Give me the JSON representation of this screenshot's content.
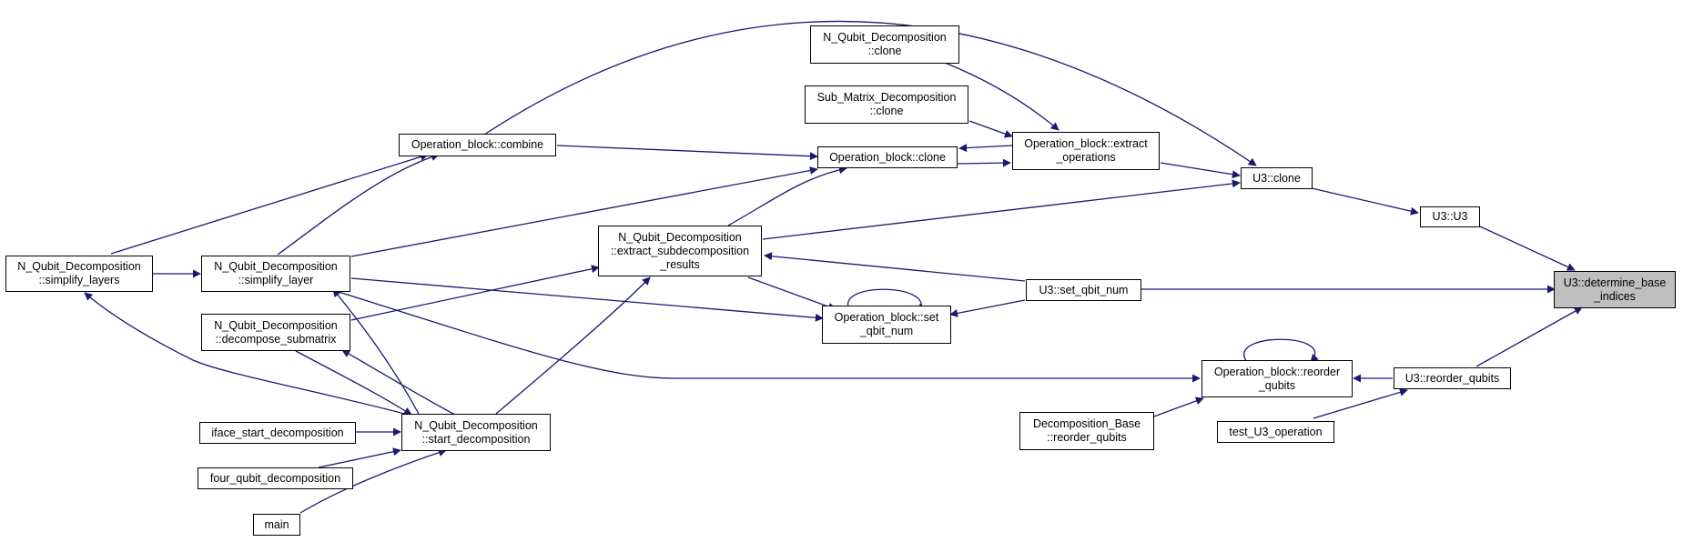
{
  "graph": {
    "edge_color": "#191970",
    "focus_fill": "#bfbfbf",
    "nodes": {
      "det": "U3::determine_base\n_indices",
      "u3u3": "U3::U3",
      "u3clone": "U3::clone",
      "setq": "U3::set_qbit_num",
      "reord": "U3::reorder_qubits",
      "nqc_clone": "N_Qubit_Decomposition\n::clone",
      "smd_clone": "Sub_Matrix_Decomposition\n::clone",
      "ob_extract": "Operation_block::extract\n_operations",
      "ob_clone": "Operation_block::clone",
      "ob_combine": "Operation_block::combine",
      "nqd_extract": "N_Qubit_Decomposition\n::extract_subdecomposition\n_results",
      "ob_setq": "Operation_block::set\n_qbit_num",
      "ob_reord": "Operation_block::reorder\n_qubits",
      "db_reord": "Decomposition_Base\n::reorder_qubits",
      "test": "test_U3_operation",
      "nqd_simp_layer": "N_Qubit_Decomposition\n::simplify_layer",
      "nqd_simp_layers": "N_Qubit_Decomposition\n::simplify_layers",
      "nqd_decomp": "N_Qubit_Decomposition\n::decompose_submatrix",
      "nqd_start": "N_Qubit_Decomposition\n::start_decomposition",
      "iface": "iface_start_decomposition",
      "four": "four_qubit_decomposition",
      "main": "main"
    }
  }
}
